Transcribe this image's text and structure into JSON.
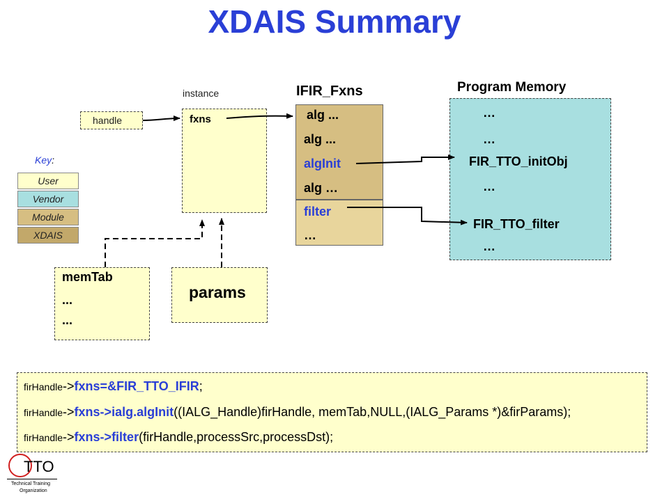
{
  "title": "XDAIS Summary",
  "instance": {
    "heading": "instance",
    "field": "fxns"
  },
  "handle": {
    "label": "handle"
  },
  "ifir": {
    "heading": "IFIR_Fxns",
    "rows": [
      "alg ...",
      "alg ...",
      "algInit",
      "alg …",
      "filter",
      "…"
    ]
  },
  "program_memory": {
    "heading": "Program Memory",
    "rows": [
      "…",
      "…",
      "FIR_TTO_initObj",
      "…",
      "FIR_TTO_filter",
      "…"
    ]
  },
  "key": {
    "title": "Key",
    "colon": ":",
    "items": [
      {
        "label": "User",
        "color": "#ffffcc"
      },
      {
        "label": "Vendor",
        "color": "#a8dfe0"
      },
      {
        "label": "Module",
        "color": "#d6be82"
      },
      {
        "label": "XDAIS",
        "color": "#c2a86a"
      }
    ]
  },
  "memtab": {
    "lines": [
      "memTab",
      "...",
      "..."
    ]
  },
  "params": {
    "label": "params"
  },
  "code": {
    "lines": [
      {
        "pre": "firHandle",
        "arrow": "->",
        "hl": "fxns=&FIR_TTO_IFIR",
        "post": ";"
      },
      {
        "pre": "firHandle",
        "arrow": "->",
        "hl": "fxns->ialg.algInit",
        "post": "((IALG_Handle)firHandle, memTab,NULL,(IALG_Params *)&firParams);"
      },
      {
        "pre": "firHandle",
        "arrow": "->",
        "hl": "fxns->filter",
        "post": "(firHandle,processSrc,processDst);"
      }
    ]
  },
  "logo": {
    "text": "TTO",
    "caption1": "Technical Training",
    "caption2": "Organization"
  },
  "colors": {
    "title": "#2a3fd6",
    "highlight": "#2a3fd6"
  }
}
